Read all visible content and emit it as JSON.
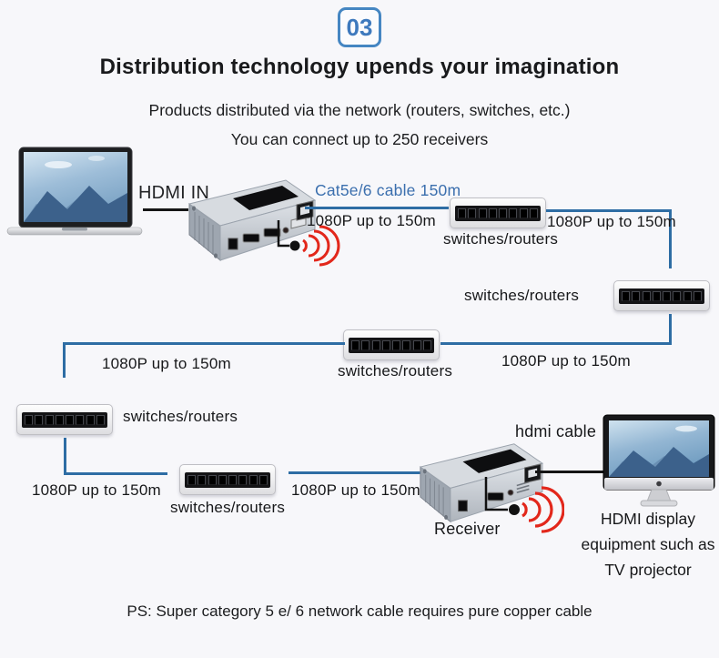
{
  "page": {
    "badge": "03",
    "title": "Distribution technology upends your imagination",
    "subtitle_line1": "Products distributed via the network (routers, switches, etc.)",
    "subtitle_line2": "You can connect up to 250 receivers",
    "footnote": "PS: Super category 5 e/ 6 network cable requires pure copper cable"
  },
  "diagram": {
    "source_label": "HDMI IN",
    "cable_label": "Cat5e/6 cable 150m",
    "distance_label": "1080P up to 150m",
    "switch_label": "switches/routers",
    "receiver_label": "Receiver",
    "hdmi_cable_label": "hdmi cable",
    "display_caption_line1": "HDMI display",
    "display_caption_line2": "equipment such as",
    "display_caption_line3": "TV projector",
    "icons": {
      "laptop": "laptop-source-image",
      "transmitter": "hdmi-extender-transmitter",
      "receiver": "hdmi-extender-receiver",
      "switch": "network-switch",
      "ir_signal": "ir-signal-icon",
      "display": "desktop-display-image"
    },
    "colors": {
      "line_blue": "#2e6da4",
      "text_blue": "#3b6fae",
      "ir_red": "#e2271b",
      "badge_blue": "#4586c2"
    }
  }
}
